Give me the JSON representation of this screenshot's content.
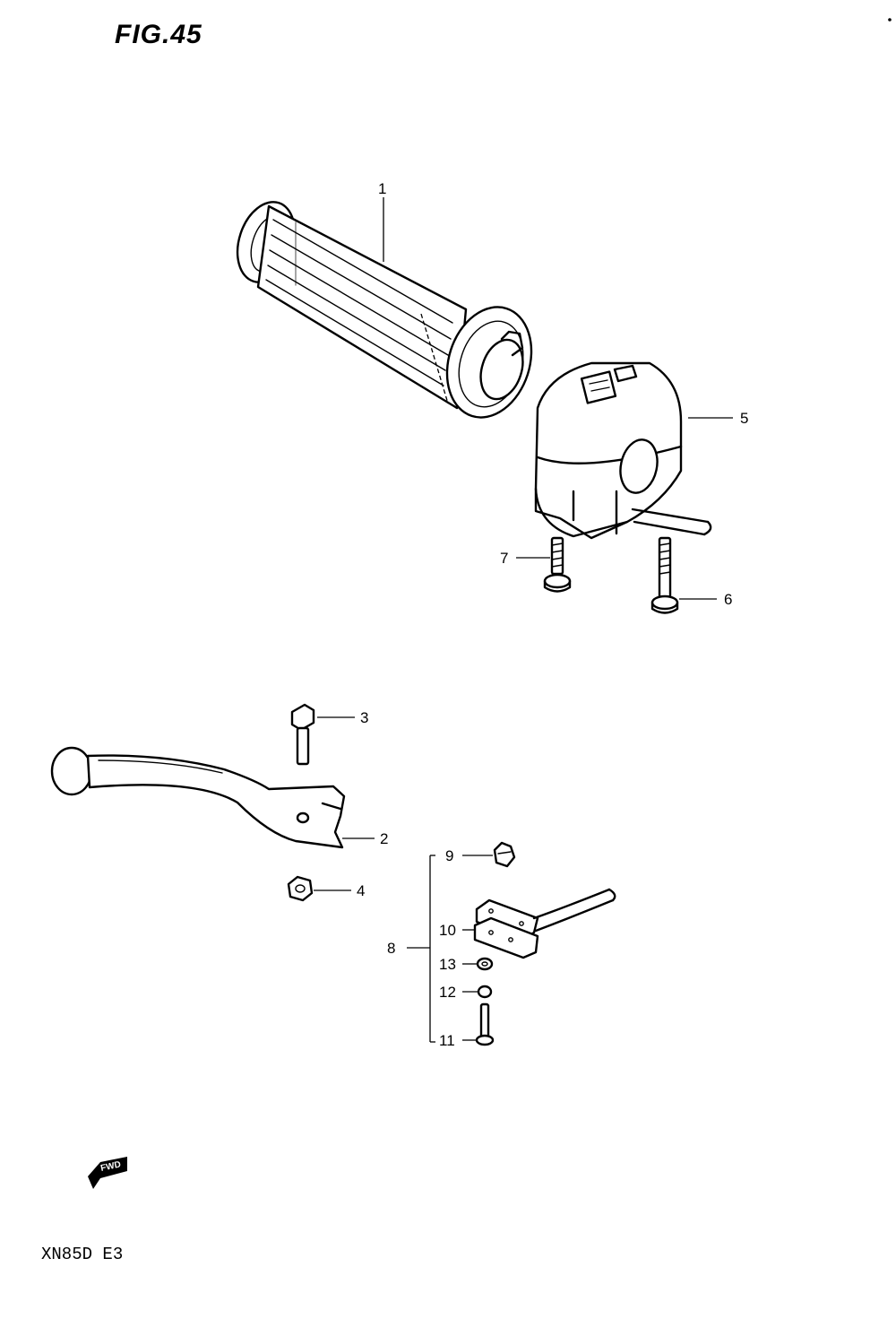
{
  "figure": {
    "title": "FIG.45",
    "model_code": "XN85D E3"
  },
  "fwd_marker": {
    "label": "FWD"
  },
  "callouts": [
    "1",
    "2",
    "3",
    "4",
    "5",
    "6",
    "7",
    "8",
    "9",
    "10",
    "11",
    "12",
    "13"
  ]
}
